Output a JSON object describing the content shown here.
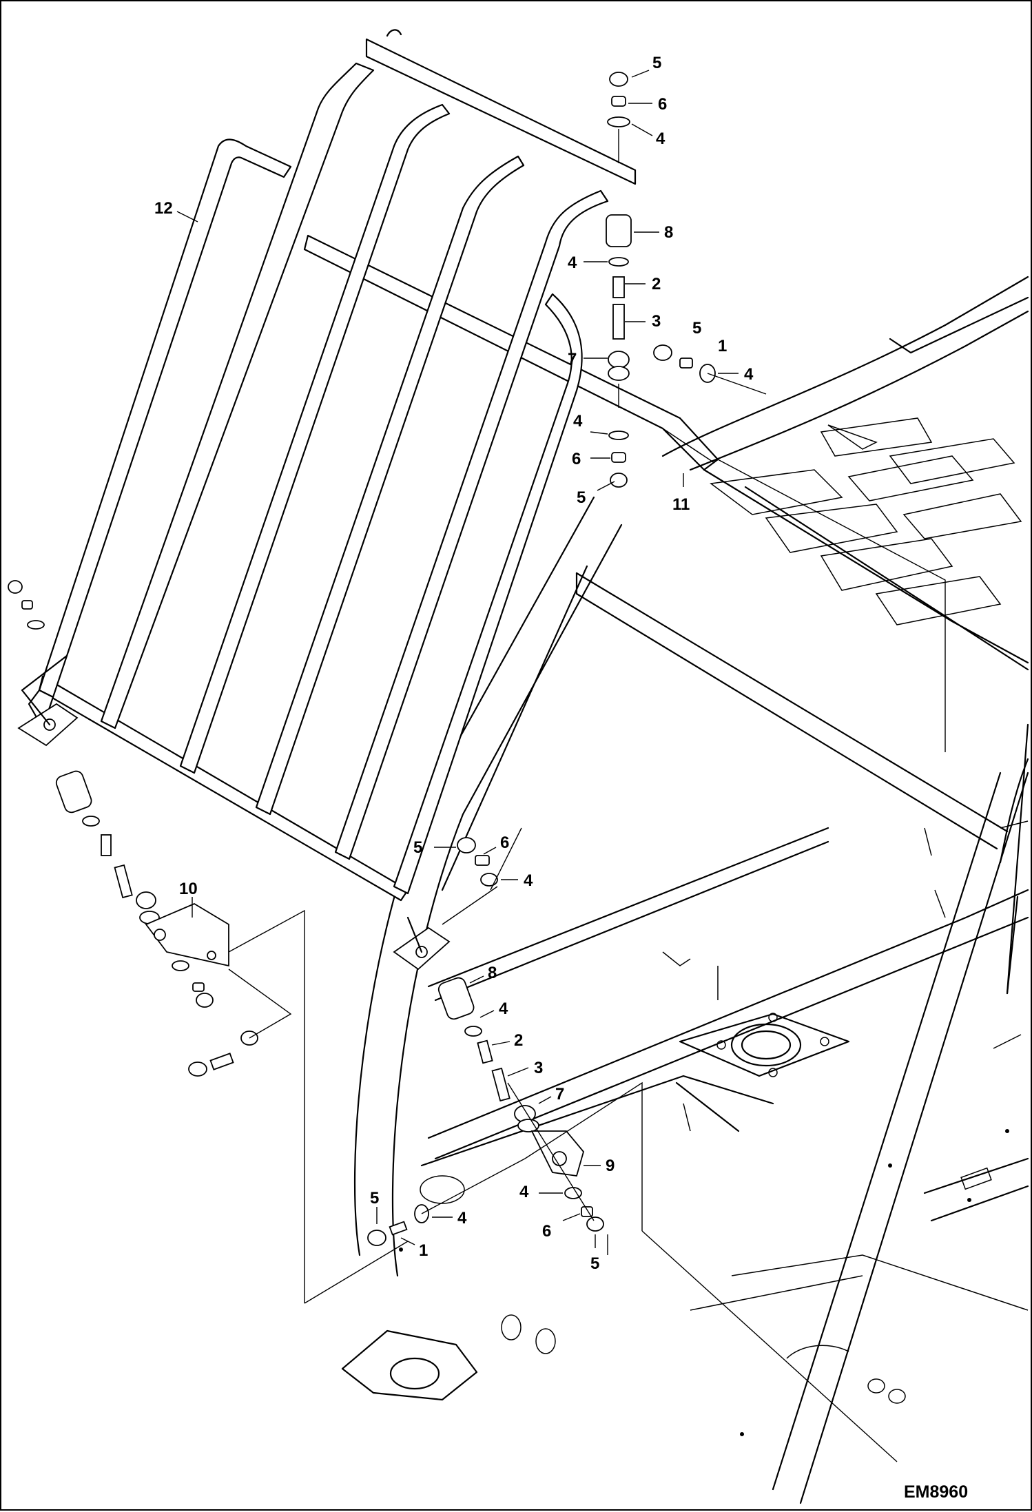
{
  "figure": {
    "id": "EM8960"
  },
  "callouts": [
    {
      "key": "c5a",
      "label": "5"
    },
    {
      "key": "c6a",
      "label": "6"
    },
    {
      "key": "c4a",
      "label": "4"
    },
    {
      "key": "c8a",
      "label": "8"
    },
    {
      "key": "c4b",
      "label": "4"
    },
    {
      "key": "c2a",
      "label": "2"
    },
    {
      "key": "c3a",
      "label": "3"
    },
    {
      "key": "c5b",
      "label": "5"
    },
    {
      "key": "c1a",
      "label": "1"
    },
    {
      "key": "c4c",
      "label": "4"
    },
    {
      "key": "c7a",
      "label": "7"
    },
    {
      "key": "c4d",
      "label": "4"
    },
    {
      "key": "c6b",
      "label": "6"
    },
    {
      "key": "c5c",
      "label": "5"
    },
    {
      "key": "c11",
      "label": "11"
    },
    {
      "key": "c12",
      "label": "12"
    },
    {
      "key": "c5d",
      "label": "5"
    },
    {
      "key": "c6c",
      "label": "6"
    },
    {
      "key": "c4e",
      "label": "4"
    },
    {
      "key": "c10",
      "label": "10"
    },
    {
      "key": "c8b",
      "label": "8"
    },
    {
      "key": "c4f",
      "label": "4"
    },
    {
      "key": "c2b",
      "label": "2"
    },
    {
      "key": "c3b",
      "label": "3"
    },
    {
      "key": "c7b",
      "label": "7"
    },
    {
      "key": "c9",
      "label": "9"
    },
    {
      "key": "c5e",
      "label": "5"
    },
    {
      "key": "c4g",
      "label": "4"
    },
    {
      "key": "c4h",
      "label": "4"
    },
    {
      "key": "c6d",
      "label": "6"
    },
    {
      "key": "c1b",
      "label": "1"
    },
    {
      "key": "c5f",
      "label": "5"
    }
  ]
}
